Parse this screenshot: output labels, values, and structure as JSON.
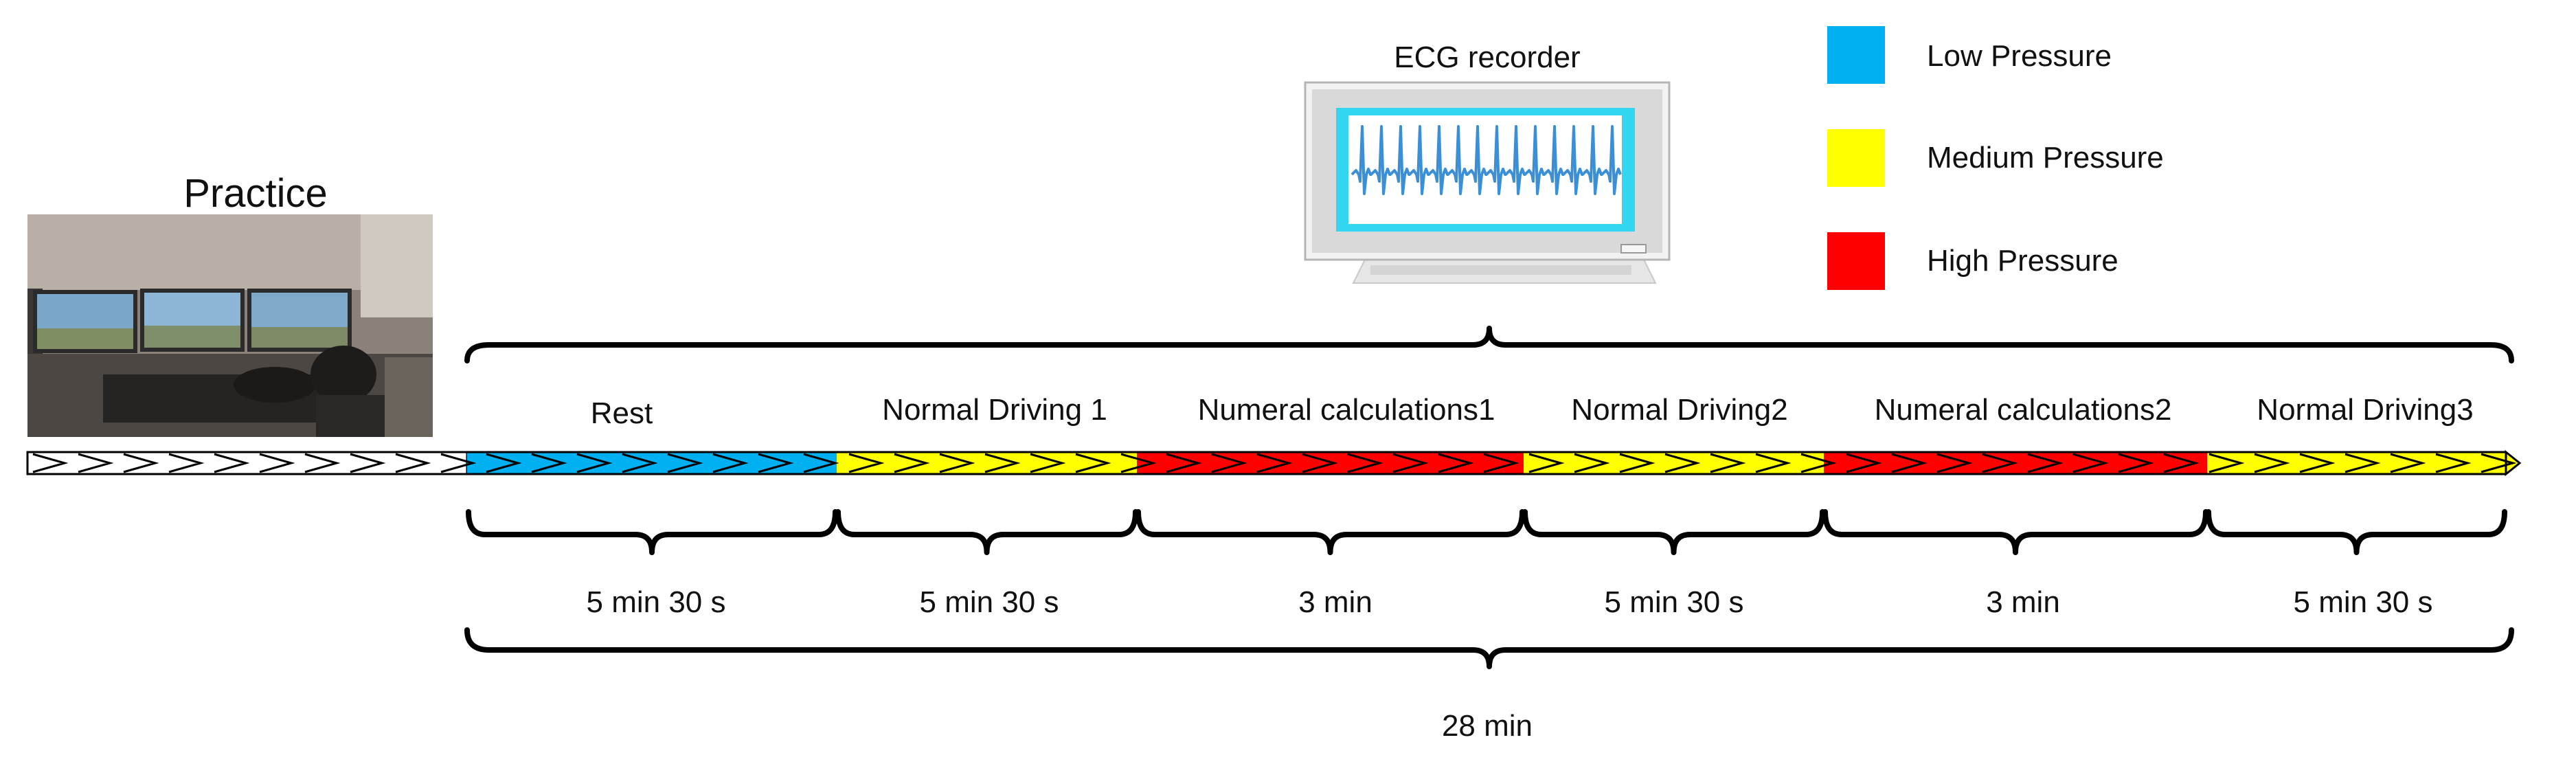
{
  "practice": {
    "label": "Practice",
    "photo_icon": "driving-simulator-photo"
  },
  "ecg": {
    "label": "ECG recorder",
    "icon": "ecg-monitor-icon"
  },
  "legend": [
    {
      "key": "low",
      "label": "Low Pressure",
      "color": "#00B0F0"
    },
    {
      "key": "medium",
      "label": "Medium Pressure",
      "color": "#FFFF00"
    },
    {
      "key": "high",
      "label": "High Pressure",
      "color": "#FF0000"
    }
  ],
  "phases": [
    {
      "label": "Rest",
      "duration": "5 min 30 s",
      "level": "low"
    },
    {
      "label": "Normal Driving 1",
      "duration": "5 min 30 s",
      "level": "medium"
    },
    {
      "label": "Numeral calculations1",
      "duration": "3 min",
      "level": "high"
    },
    {
      "label": "Normal Driving2",
      "duration": "5 min 30 s",
      "level": "medium"
    },
    {
      "label": "Numeral calculations2",
      "duration": "3 min",
      "level": "high"
    },
    {
      "label": "Normal Driving3",
      "duration": "5 min 30 s",
      "level": "medium"
    }
  ],
  "total_duration": "28 min"
}
